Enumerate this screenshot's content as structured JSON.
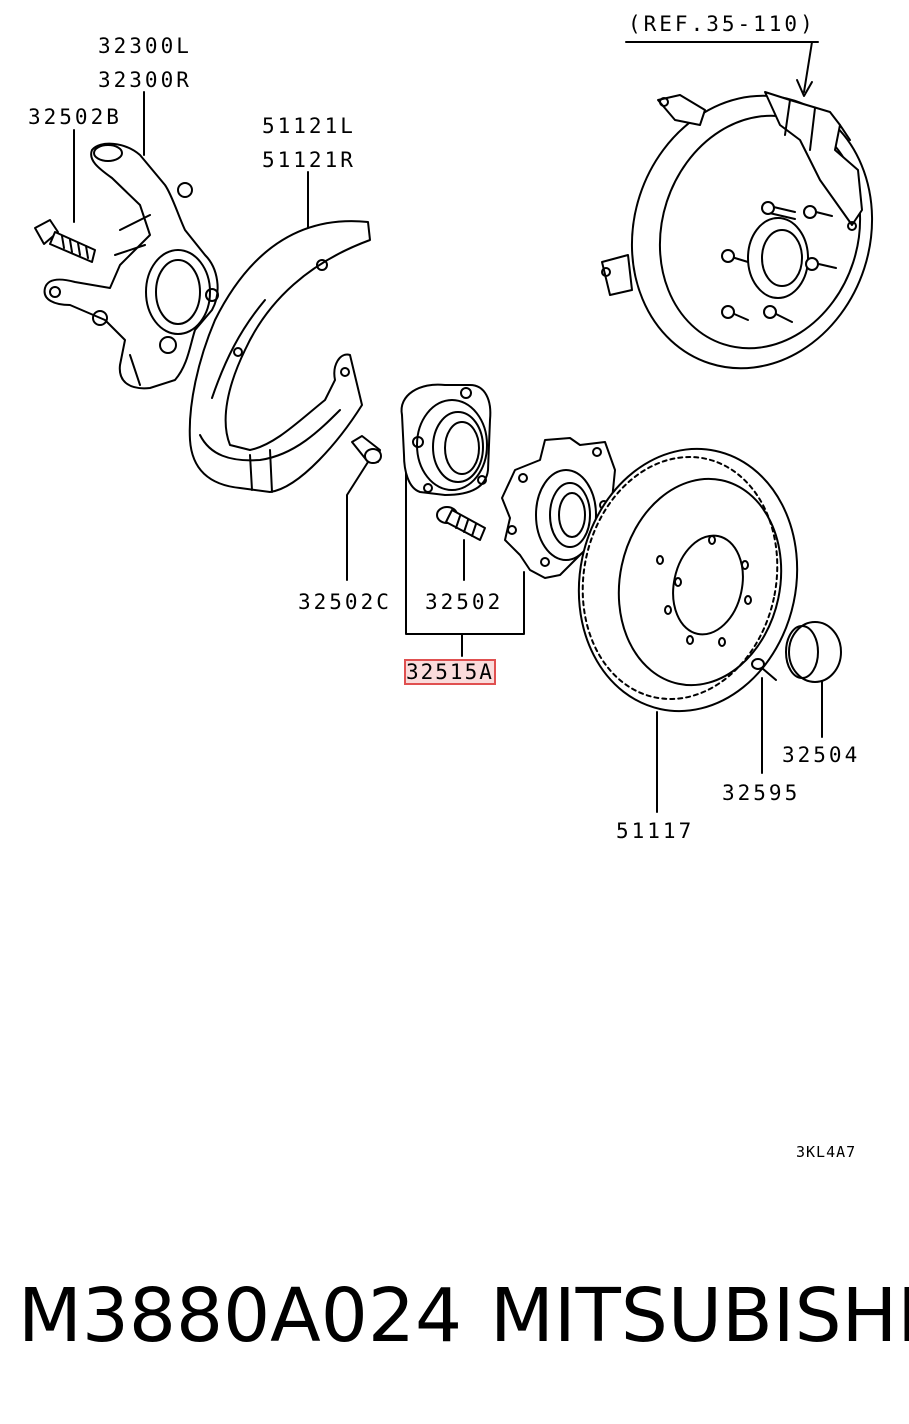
{
  "labels": {
    "ref": "(REF.35-110)",
    "p32300L": "32300L",
    "p32300R": "32300R",
    "p32502B": "32502B",
    "p51121L": "51121L",
    "p51121R": "51121R",
    "p32502C": "32502C",
    "p32502": "32502",
    "p32515A": "32515A",
    "p32504": "32504",
    "p32595": "32595",
    "p51117": "51117",
    "diagram_code": "3KL4A7"
  },
  "footer": {
    "part_number": "M3880A024",
    "brand": "MITSUBISHI"
  },
  "highlight_color": "#e05050"
}
